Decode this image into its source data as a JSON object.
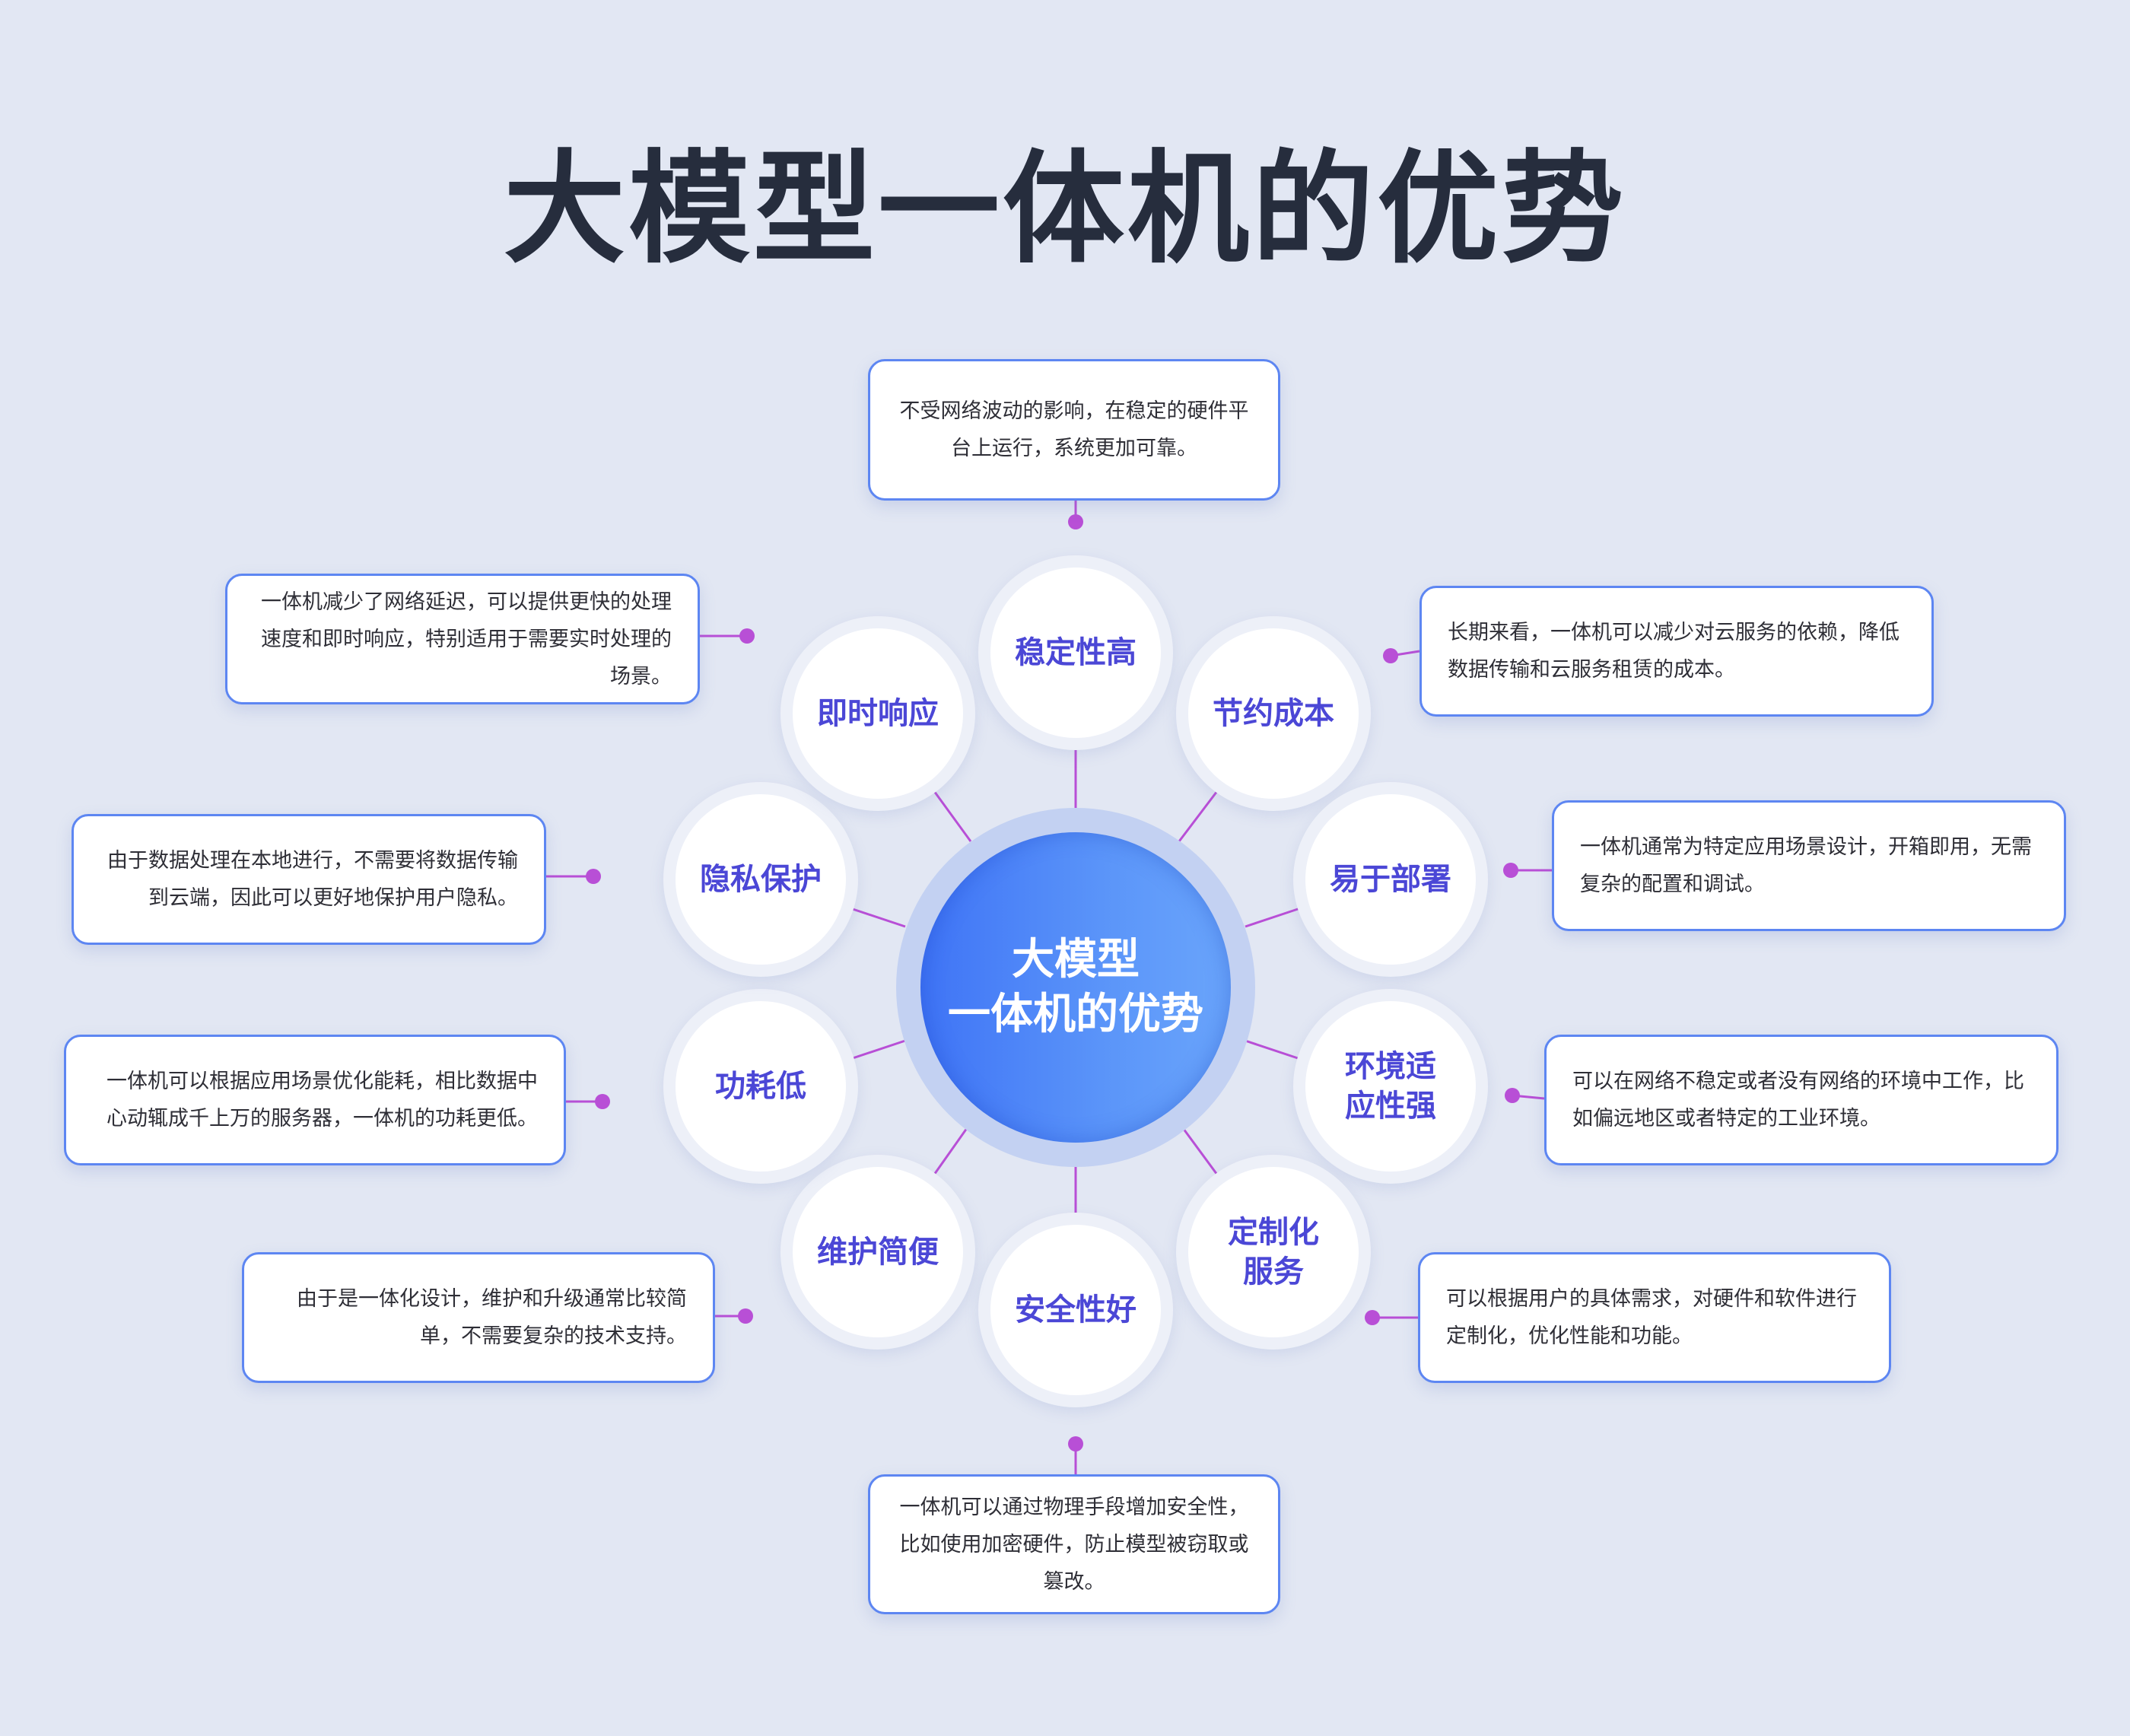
{
  "title": "大模型一体机的优势",
  "center": {
    "line1": "大模型",
    "line2": "一体机的优势"
  },
  "colors": {
    "background": "#e2e7f3",
    "title": "#262d3d",
    "node_label": "#4b47d6",
    "connector": "#b84fd6",
    "box_border": "#5d86f2",
    "center_gradient_start": "#3f74f6",
    "center_gradient_end": "#6aa5fb"
  },
  "nodes": [
    {
      "id": "stability",
      "label": "稳定性高",
      "description": "不受网络波动的影响，在稳定的硬件平台上运行，系统更加可靠。"
    },
    {
      "id": "cost",
      "label": "节约成本",
      "description": "长期来看，一体机可以减少对云服务的依赖，降低数据传输和云服务租赁的成本。"
    },
    {
      "id": "deploy",
      "label": "易于部署",
      "description": "一体机通常为特定应用场景设计，开箱即用，无需复杂的配置和调试。"
    },
    {
      "id": "adapt",
      "label": "环境适\n应性强",
      "description": "可以在网络不稳定或者没有网络的环境中工作，比如偏远地区或者特定的工业环境。"
    },
    {
      "id": "custom",
      "label": "定制化\n服务",
      "description": "可以根据用户的具体需求，对硬件和软件进行定制化，优化性能和功能。"
    },
    {
      "id": "security",
      "label": "安全性好",
      "description": "一体机可以通过物理手段增加安全性，比如使用加密硬件，防止模型被窃取或篡改。"
    },
    {
      "id": "maintain",
      "label": "维护简便",
      "description": "由于是一体化设计，维护和升级通常比较简单，不需要复杂的技术支持。"
    },
    {
      "id": "power",
      "label": "功耗低",
      "description": "一体机可以根据应用场景优化能耗，相比数据中心动辄成千上万的服务器，一体机的功耗更低。"
    },
    {
      "id": "privacy",
      "label": "隐私保护",
      "description": "由于数据处理在本地进行，不需要将数据传输到云端，因此可以更好地保护用户隐私。"
    },
    {
      "id": "realtime",
      "label": "即时响应",
      "description": "一体机减少了网络延迟，可以提供更快的处理速度和即时响应，特别适用于需要实时处理的场景。"
    }
  ]
}
